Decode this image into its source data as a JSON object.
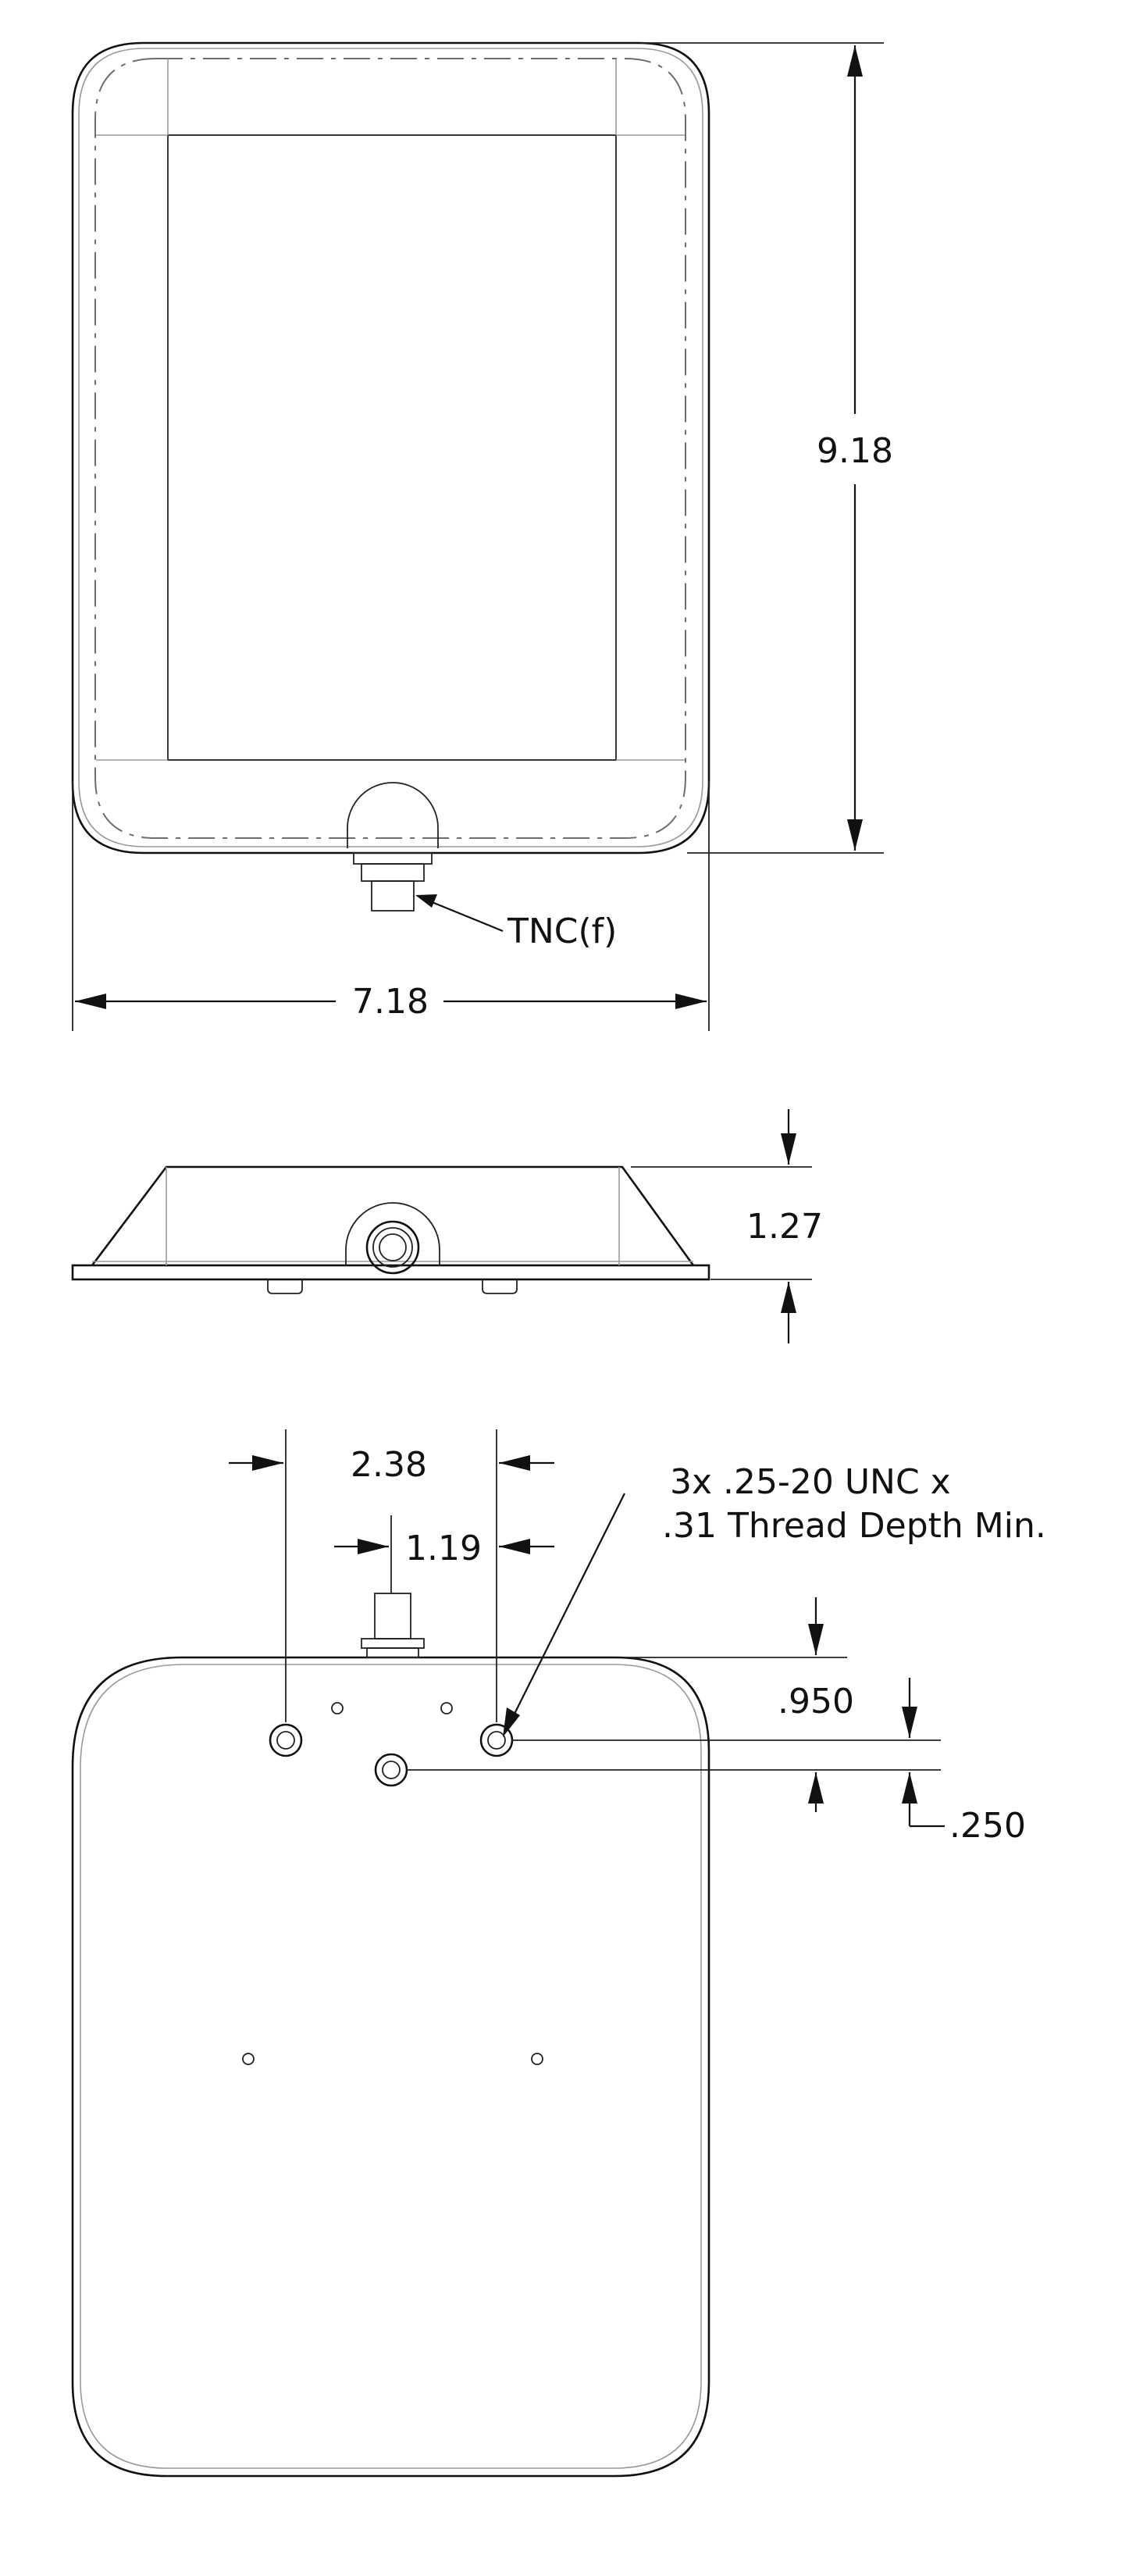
{
  "top_view": {
    "height_dim": "9.18",
    "width_dim": "7.18",
    "connector_label": "TNC(f)"
  },
  "side_view": {
    "thickness_dim": "1.27"
  },
  "bottom_view": {
    "hole_spacing_dim": "2.38",
    "half_spacing_dim": "1.19",
    "offset_dim_a": ".950",
    "offset_dim_b": ".250",
    "thread_note": {
      "line1": "3x .25-20 UNC x",
      "line2": ".31 Thread Depth Min."
    }
  }
}
